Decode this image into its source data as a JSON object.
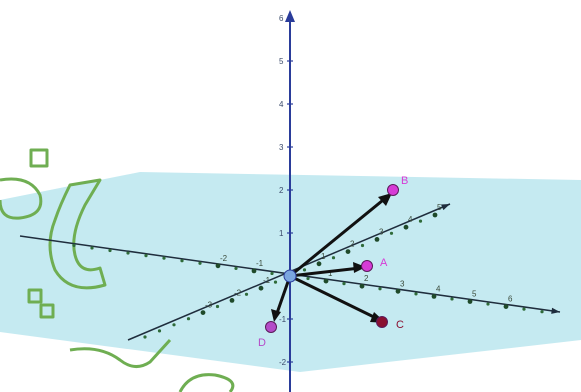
{
  "view": {
    "background": "#ffffff",
    "plane_color": "#bfe8ef",
    "axis_color": "#1f2d3d",
    "z_axis_color": "#2a3c9a",
    "sketch_color": "#6fae52"
  },
  "z_axis": {
    "tick_labels": [
      "6",
      "5",
      "4",
      "3",
      "2",
      "1",
      "-1",
      "-2"
    ]
  },
  "x_axis": {
    "tick_labels": [
      "-2",
      "-1",
      "1",
      "2",
      "3",
      "4",
      "5",
      "6"
    ]
  },
  "y_axis": {
    "tick_labels": [
      "-3",
      "-2",
      "-1",
      "1",
      "2",
      "3",
      "4",
      "5"
    ]
  },
  "points": [
    {
      "name": "B",
      "color": "#d63bd6"
    },
    {
      "name": "A",
      "color": "#d63bd6"
    },
    {
      "name": "C",
      "color": "#8a1030"
    },
    {
      "name": "D",
      "color": "#b44cc8"
    }
  ]
}
